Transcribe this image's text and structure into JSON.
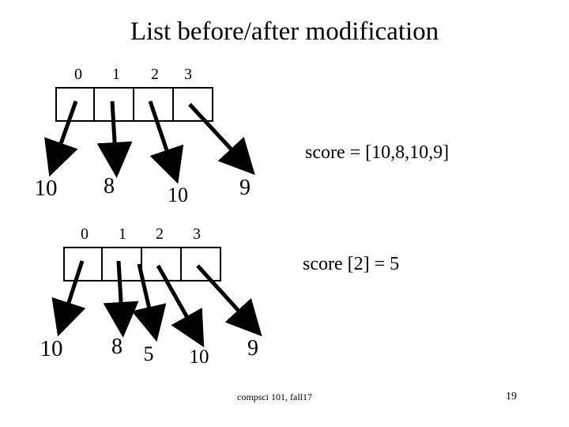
{
  "slide": {
    "title": "List before/after modification",
    "top_list": {
      "indices": [
        "0",
        "1",
        "2",
        "3"
      ],
      "values": [
        "10",
        "8",
        "10",
        "9"
      ]
    },
    "bottom_list": {
      "indices": [
        "0",
        "1",
        "2",
        "3"
      ],
      "values": [
        "10",
        "8",
        "5",
        "10",
        "9"
      ]
    },
    "annotations": {
      "assignment": "score = [10,8,10,9]",
      "update": "score [2] = 5"
    },
    "footer": {
      "course": "compsci 101, fall17",
      "page_number": "19"
    },
    "colors": {
      "ink": "#000000",
      "background": "#ffffff"
    }
  }
}
